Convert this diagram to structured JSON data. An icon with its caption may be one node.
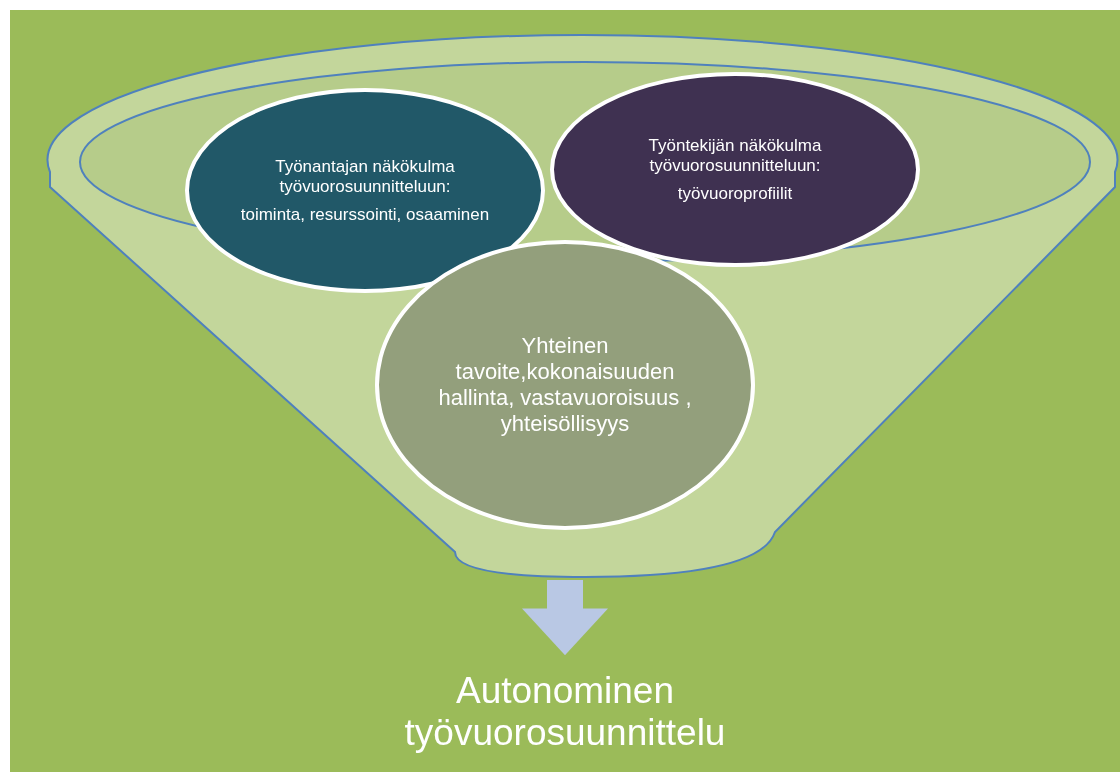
{
  "diagram": {
    "nodes": [
      {
        "text": [],
        "shape": "funnel"
      },
      {
        "text": [
          "Työnantajan näkökulma työvuorosuunnitteluun:",
          "toiminta, resurssointi, osaaminen"
        ],
        "in": 0
      },
      {
        "text": [
          "Työntekijän näkökulma työvuorosuunnitteluun:",
          "työvuoroprofiilit"
        ],
        "in": 0
      },
      {
        "text": [
          "Yhteinen tavoite,kokonaisuuden hallinta, vastavuoroisuus , yhteisöllisyys"
        ],
        "in": 0
      },
      {
        "text": [
          "Autonominen työvuorosuunnittelu"
        ]
      }
    ],
    "edges": [
      {
        "from": 0,
        "to": 4,
        "arrow": "to"
      }
    ]
  }
}
